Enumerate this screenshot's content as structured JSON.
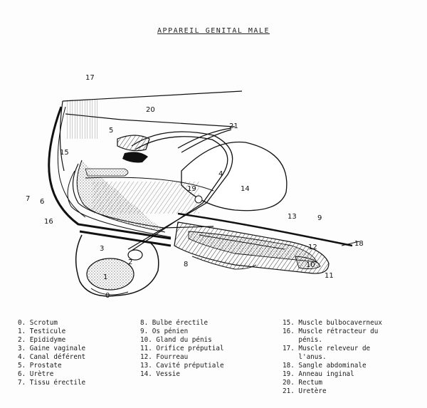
{
  "title": "APPAREIL GENITAL MALE",
  "diagram": {
    "callouts": [
      "17",
      "20",
      "21",
      "5",
      "15",
      "14",
      "19",
      "7",
      "6",
      "16",
      "13",
      "9",
      "18",
      "12",
      "3",
      "2",
      "1",
      "0",
      "8",
      "10",
      "11",
      "4"
    ]
  },
  "legend": {
    "col1": [
      "0. Scrotum",
      "1. Testicule",
      "2. Epididyme",
      "3. Gaine vaginale",
      "4. Canal déférent",
      "5. Prostate",
      "6. Urètre",
      "7. Tissu érectile"
    ],
    "col2": [
      "8. Bulbe érectile",
      "9. Os pénien",
      "10. Gland du pénis",
      "11. Orifice préputial",
      "12. Fourreau",
      "13. Cavité préputiale",
      "14. Vessie"
    ],
    "col3": [
      "15. Muscle bulbocaverneux",
      "16. Muscle rétracteur du",
      "    pénis.",
      "17. Muscle releveur de",
      "    l'anus.",
      "18. Sangle abdominale",
      "19. Anneau inginal",
      "20. Rectum",
      "21. Uretère"
    ]
  }
}
